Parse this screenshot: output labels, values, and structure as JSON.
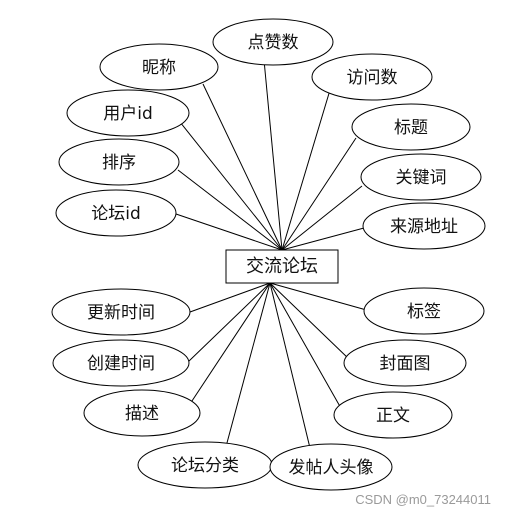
{
  "diagram": {
    "entity": "交流论坛",
    "attributes": [
      "昵称",
      "点赞数",
      "访问数",
      "用户id",
      "标题",
      "排序",
      "关键词",
      "论坛id",
      "来源地址",
      "更新时间",
      "标签",
      "创建时间",
      "封面图",
      "描述",
      "正文",
      "论坛分类",
      "发帖人头像"
    ]
  },
  "watermark": "CSDN @m0_73244011",
  "colors": {
    "stroke": "#000000",
    "fill": "#ffffff",
    "text": "#111111"
  }
}
